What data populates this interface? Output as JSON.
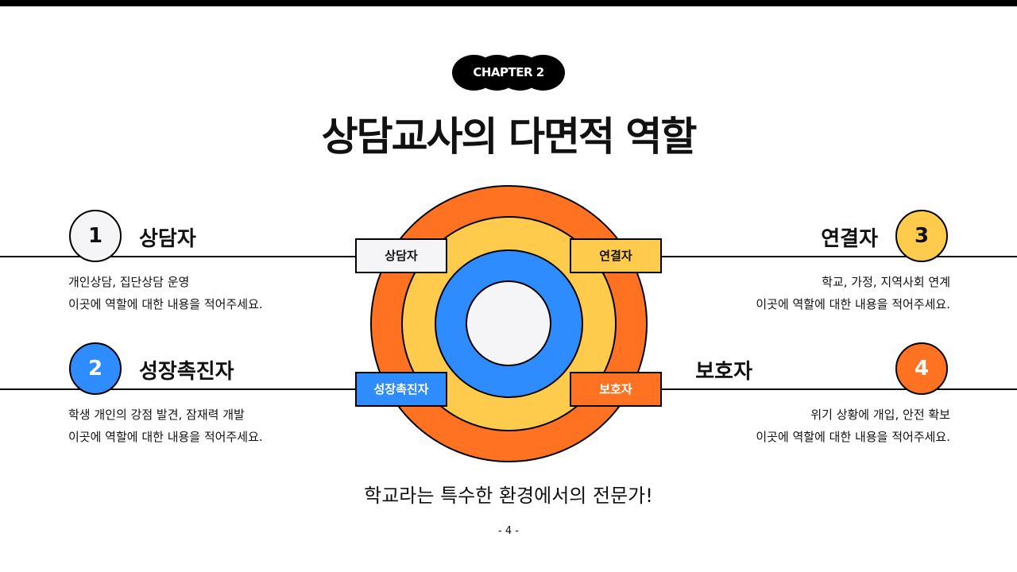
{
  "chapter": "CHAPTER 2",
  "title": "상담교사의 다면적 역할",
  "colors": {
    "orange": "#FF7222",
    "yellow": "#FFCB4C",
    "blue": "#2F8CFF",
    "light": "#F5F5F7"
  },
  "roles": [
    {
      "num": "1",
      "name": "상담자",
      "desc1": "개인상담, 집단상담 운영",
      "desc2": "이곳에 역할에 대한 내용을 적어주세요."
    },
    {
      "num": "2",
      "name": "성장촉진자",
      "desc1": "학생 개인의 강점 발견, 잠재력 개발",
      "desc2": "이곳에 역할에 대한 내용을 적어주세요."
    },
    {
      "num": "3",
      "name": "연결자",
      "desc1": "학교, 가정, 지역사회 연계",
      "desc2": "이곳에 역할에 대한 내용을 적어주세요."
    },
    {
      "num": "4",
      "name": "보호자",
      "desc1": "위기 상황에 개입, 안전 확보",
      "desc2": "이곳에 역할에 대한 내용을 적어주세요."
    }
  ],
  "tagline": "학교라는 특수한 환경에서의 전문가!",
  "page": "- 4 -"
}
